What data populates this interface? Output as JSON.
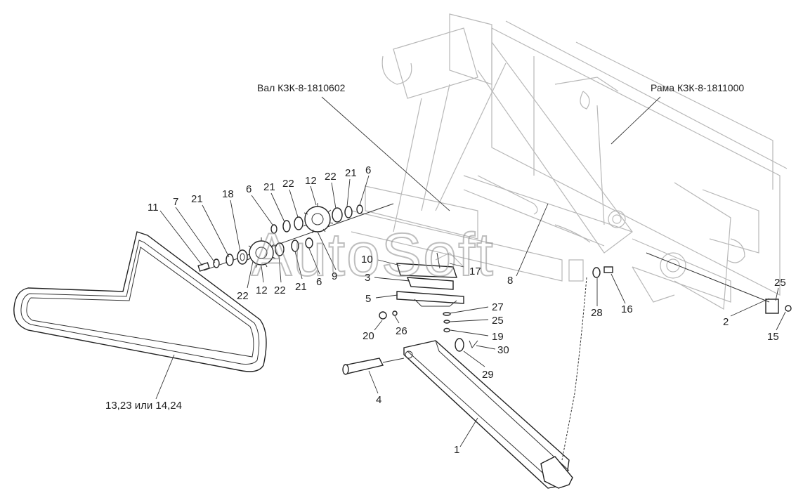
{
  "titles": {
    "shaft": "Вал КЗК-8-1810602",
    "frame": "Рама КЗК-8-1811000"
  },
  "labels": {
    "l11": "11",
    "l7": "7",
    "l21a": "21",
    "l18": "18",
    "l6a": "6",
    "l21b": "21",
    "l22a": "22",
    "l12a": "12",
    "l22b": "22",
    "l21c": "21",
    "l6b": "6",
    "l22c": "22",
    "l12b": "12",
    "l22d": "22",
    "l21d": "21",
    "l6c": "6",
    "l9": "9",
    "l10": "10",
    "l3": "3",
    "l17": "17",
    "l8": "8",
    "l5": "5",
    "l27": "27",
    "l25a": "25",
    "l19": "19",
    "l20": "20",
    "l26": "26",
    "l30": "30",
    "l29": "29",
    "l4": "4",
    "l1": "1",
    "l28": "28",
    "l16": "16",
    "l2": "2",
    "l25b": "25",
    "l15": "15",
    "belt": "13,23 или 14,24"
  },
  "watermark": "AutoSoft"
}
